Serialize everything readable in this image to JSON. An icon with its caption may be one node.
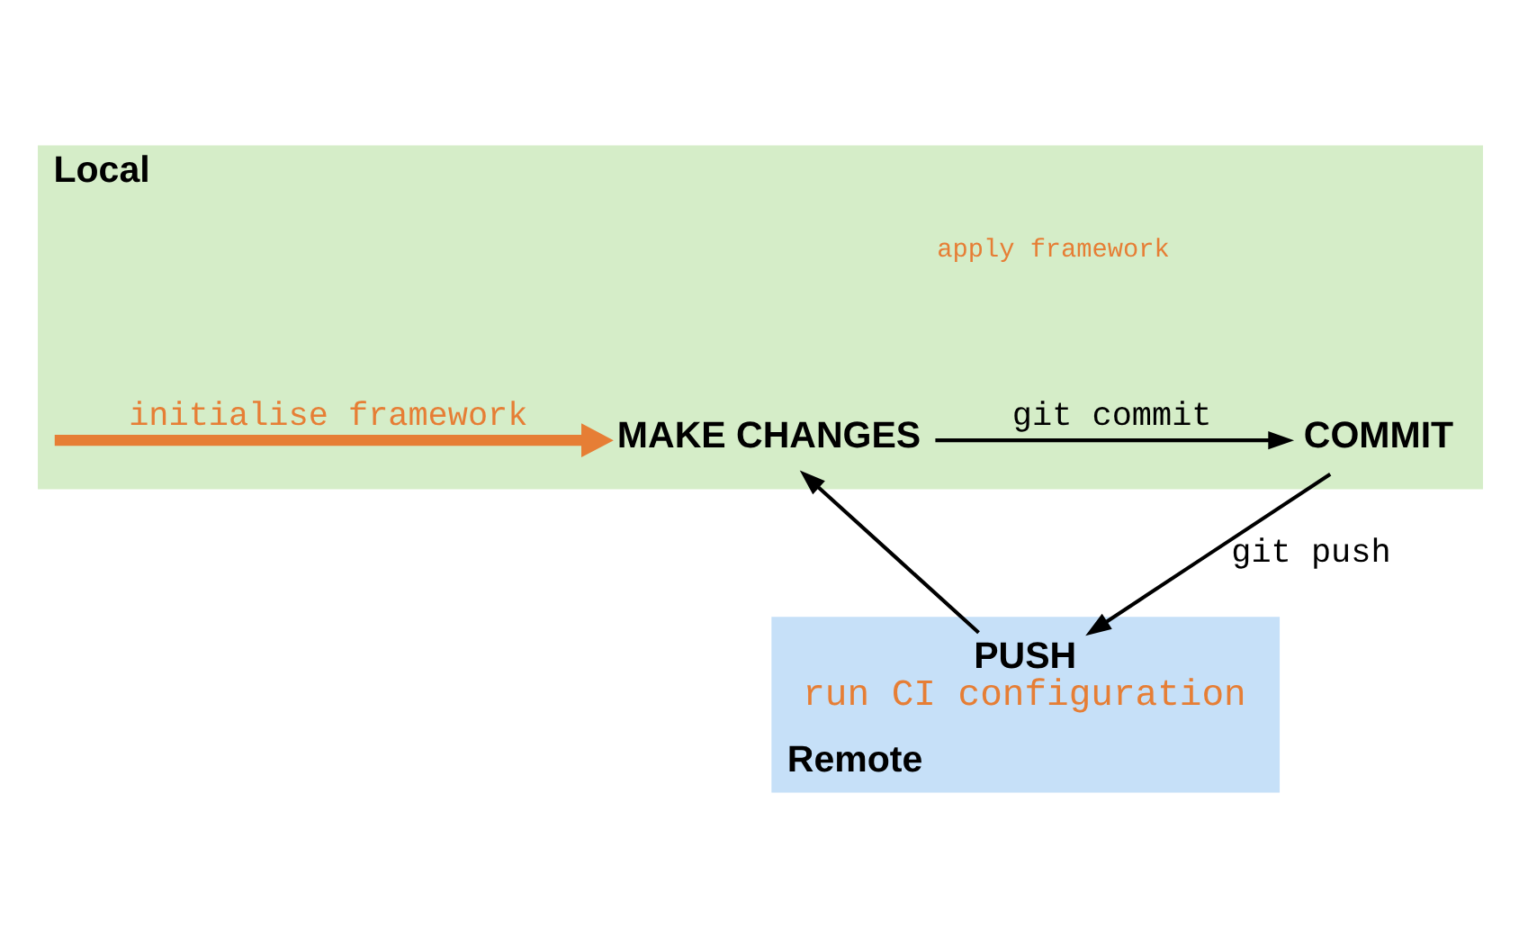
{
  "diagram": {
    "nodes": [
      {
        "text": [
          "Local"
        ]
      },
      {
        "text": [
          "MAKE CHANGES"
        ],
        "in": 0
      },
      {
        "text": [
          "COMMIT"
        ],
        "in": 0
      },
      {
        "text": [
          "Remote"
        ]
      },
      {
        "text": [
          "PUSH"
        ],
        "in": 3,
        "beside": [
          "run CI configuration"
        ]
      }
    ],
    "edges": [
      {
        "from": 1,
        "to": 2,
        "arrow": "to",
        "label": "git commit"
      },
      {
        "from": 2,
        "to": 4,
        "arrow": "to",
        "label": "git push"
      },
      {
        "from": 4,
        "to": 1,
        "arrow": "to"
      },
      {
        "from": null,
        "to": 1,
        "arrow": "to",
        "label": "initialise framework",
        "style": "thick",
        "color": "#e67e35"
      }
    ],
    "labels": [
      "apply framework"
    ]
  }
}
